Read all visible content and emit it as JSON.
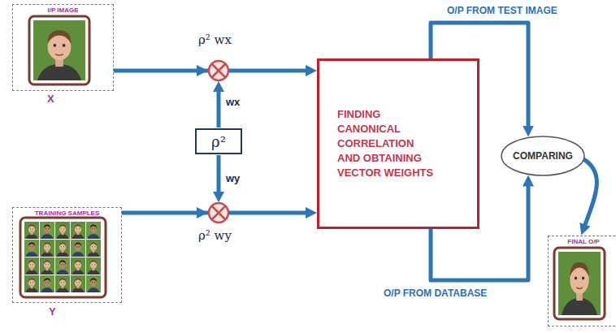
{
  "diagram": {
    "nodes": [
      {
        "text": [
          "I/P IMAGE"
        ]
      },
      {
        "text": [
          "ρ²"
        ]
      },
      {
        "text": [
          "TRAINING SAMPLES"
        ]
      },
      {
        "text": [
          "FINDING CANONICAL CORRELATION AND OBTAINING VECTOR WEIGHTS"
        ]
      },
      {
        "text": [
          "COMPARING"
        ]
      },
      {
        "text": [
          "FINAL O/P"
        ]
      }
    ],
    "edges": [
      {
        "from": 0,
        "to": 3,
        "arrow": "to"
      },
      {
        "from": 2,
        "to": 3,
        "arrow": "to"
      },
      {
        "from": 3,
        "to": 4,
        "label": "O/P FROM TEST IMAGE",
        "arrow": "to"
      },
      {
        "from": 3,
        "to": 4,
        "label": "O/P FROM DATABASE",
        "arrow": "to"
      },
      {
        "from": 4,
        "to": 5,
        "arrow": "to"
      }
    ],
    "labels": [
      "X",
      "Y",
      "ρ² wx",
      "wx",
      "wy",
      "ρ² wy"
    ]
  }
}
